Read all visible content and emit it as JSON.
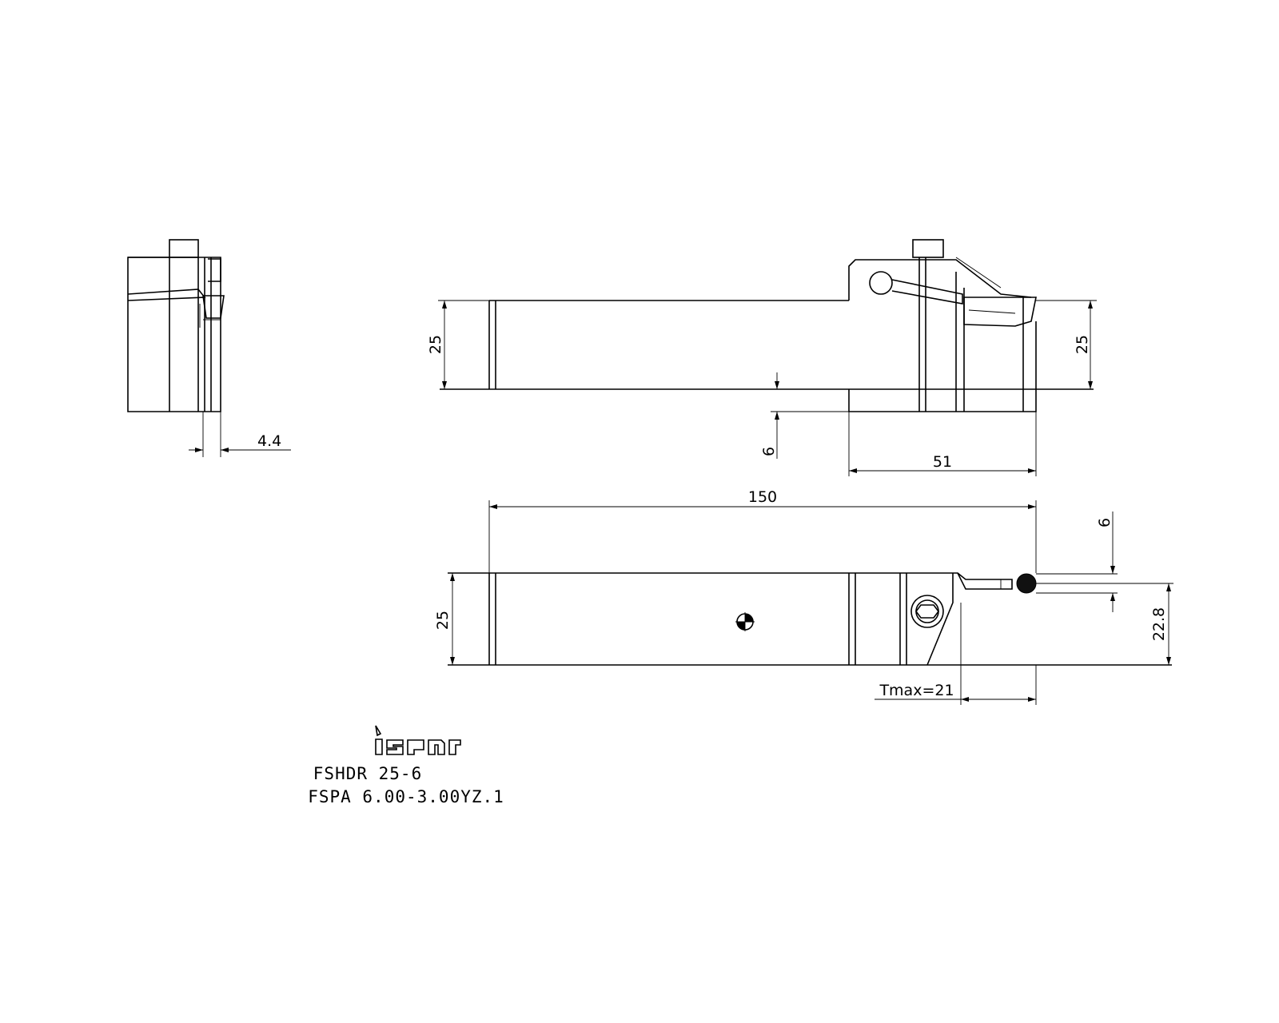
{
  "drawing": {
    "brand_logo": "iscar",
    "part_number": "FSHDR 25-6",
    "insert_number": "FSPA 6.00-3.00YZ.1",
    "dimensions": {
      "side_offset": "4.4",
      "shank_height_front_left": "25",
      "shank_height_front_right": "25",
      "head_step": "6",
      "head_length": "51",
      "overall_length": "150",
      "insert_width": "6",
      "shank_width_top": "25",
      "cutting_edge_offset": "22.8",
      "max_depth": "Tmax=21"
    }
  }
}
